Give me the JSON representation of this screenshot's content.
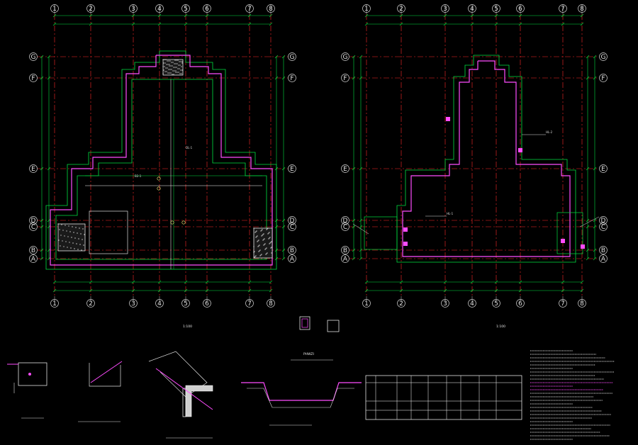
{
  "drawing": {
    "background": "#000000",
    "colors": {
      "axis_line": "#ff2a2a",
      "dimension": "#00e040",
      "wall": "#ff4cff",
      "text": "#e8e8e8",
      "hatch": "#ffffff"
    },
    "left_plan": {
      "col_labels": [
        "1",
        "2",
        "3",
        "4",
        "5",
        "6",
        "7",
        "8"
      ],
      "row_labels": [
        "G",
        "F",
        "E",
        "D",
        "C",
        "B",
        "A"
      ],
      "title": "",
      "scale": "1:100"
    },
    "right_plan": {
      "col_labels": [
        "1",
        "2",
        "3",
        "4",
        "5",
        "6",
        "7",
        "8"
      ],
      "row_labels": [
        "G",
        "F",
        "E",
        "D",
        "C",
        "B",
        "A"
      ],
      "title": "",
      "scale": "1:100"
    },
    "section_label": "PHWZI",
    "notes_heading": "",
    "table_heading": ""
  }
}
